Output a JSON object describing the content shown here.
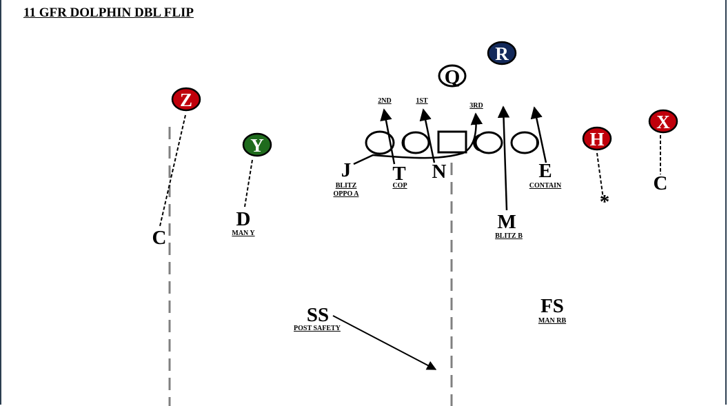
{
  "title": "11 GFR DOLPHIN DBL FLIP",
  "colors": {
    "red": "#c0000b",
    "green": "#1f6b1d",
    "navy": "#13295a",
    "line_gray": "#808080"
  },
  "offense": {
    "Z": "Z",
    "Y": "Y",
    "Q": "Q",
    "R": "R",
    "H": "H",
    "X": "X"
  },
  "defense": {
    "C_left": "C",
    "D": "D",
    "D_note": "MAN Y",
    "J": "J",
    "J_note_1": "BLITZ",
    "J_note_2": "OPPO A",
    "T": "T",
    "T_note": "COP",
    "N": "N",
    "E": "E",
    "E_note": "CONTAIN",
    "M": "M",
    "M_note": "BLITZ B",
    "C_right": "C",
    "star": "*",
    "SS": "SS",
    "SS_note": "POST SAFETY",
    "FS": "FS",
    "FS_note": "MAN RB"
  },
  "reads": {
    "second": "2ND",
    "first": "1ST",
    "third": "3RD"
  }
}
